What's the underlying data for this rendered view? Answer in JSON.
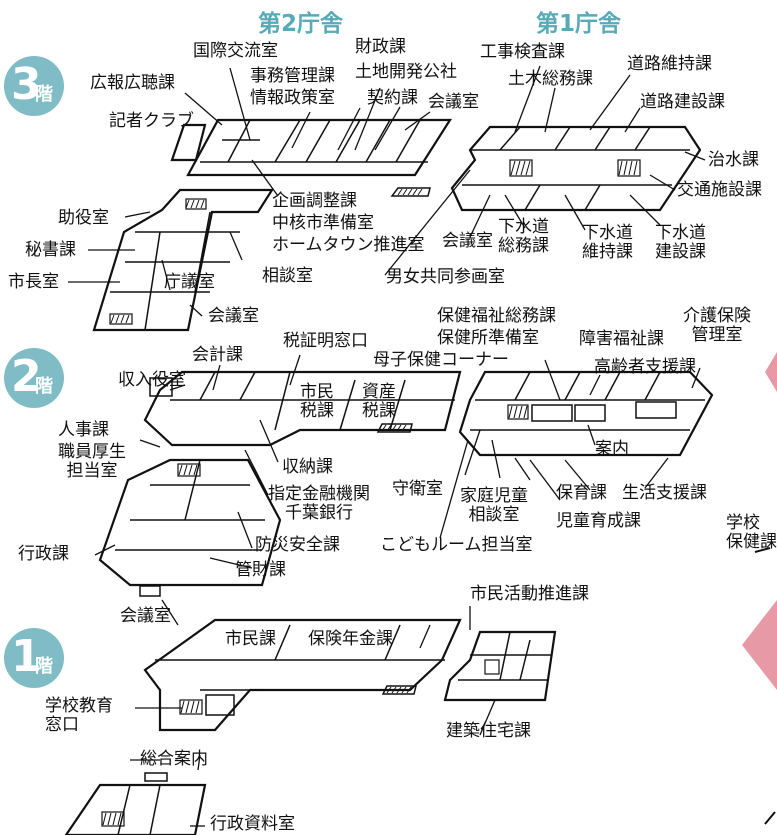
{
  "buildings": {
    "second": "第2庁舎",
    "first": "第1庁舎"
  },
  "floors": [
    {
      "num": "3",
      "kai": "階"
    },
    {
      "num": "2",
      "kai": "階"
    },
    {
      "num": "1",
      "kai": "階"
    }
  ],
  "floor3": {
    "kokusai": "国際交流室",
    "zaisei": "財政課",
    "tochi": "土地開発公社",
    "jimu": "事務管理課",
    "joho": "情報政策室",
    "keiyaku": "契約課",
    "kaigi1": "会議室",
    "koho": "広報広聴課",
    "kisha": "記者クラブ",
    "kouji": "工事検査課",
    "doboku": "土木総務課",
    "dororeiji": "道路維持課",
    "dorokensetsu": "道路建設課",
    "chisui": "治水課",
    "kotsu": "交通施設課",
    "kikaku": "企画調整課",
    "chukaku": "中核市準備室",
    "hometown": "ホームタウン推進室",
    "kaigi2": "会議室",
    "gesui_somu": "下水道\n総務課",
    "gesui_iji": "下水道\n維持課",
    "gesui_kensetsu": "下水道\n建設課",
    "joyakusitsu": "助役室",
    "hisho": "秘書課",
    "shicho": "市長室",
    "chogi": "庁議室",
    "sodan": "相談室",
    "danjo": "男女共同参画室",
    "kaigi3": "会議室"
  },
  "floor2": {
    "zeishomei": "税証明窓口",
    "kaikei": "会計課",
    "shunyu": "収入役室",
    "shiminzei": "市民\n税課",
    "shisanzei": "資産\n税課",
    "hoken_somu": "保健福祉総務課",
    "hoken_junbi": "保健所準備室",
    "boshi": "母子保健コーナー",
    "shogai": "障害福祉課",
    "kaigo": "介護保険\n管理室",
    "koreisha": "高齢者支援課",
    "annai": "案内",
    "jinji": "人事課",
    "shokuin": "職員厚生\n担当室",
    "shuno": "収納課",
    "shitei": "指定金融機関\n千葉銀行",
    "shuei": "守衛室",
    "katei": "家庭児童\n相談室",
    "hoiku": "保育課",
    "seikatsu": "生活支援課",
    "jido": "児童育成課",
    "kodomo": "こどもルーム担当室",
    "bosai": "防災安全課",
    "kanzai": "管財課",
    "gyosei": "行政課",
    "gakko_hoken": "学校\n保健課"
  },
  "floor1": {
    "kaigi": "会議室",
    "shimin": "市民課",
    "hoken_nenkin": "保険年金課",
    "shimin_katsudo": "市民活動推進課",
    "gakko_kyoiku": "学校教育\n窓口",
    "kenchiku": "建築住宅課",
    "sogo": "総合案内",
    "gyosei_shiryo": "行政資料室"
  },
  "colors": {
    "accent": "#5aa9b9",
    "badge": "#7fbcc6",
    "pink": "#e79aa6",
    "line": "#111111"
  }
}
